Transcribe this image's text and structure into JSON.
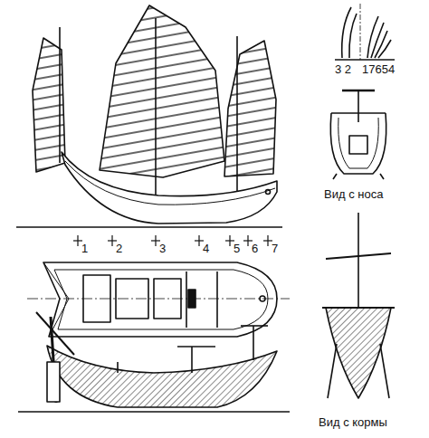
{
  "diagram": {
    "labels": [
      "1",
      "2",
      "3",
      "4",
      "5",
      "6",
      "7",
      "3 2",
      "17654",
      "Вид с носа",
      "Вид с кормы"
    ]
  }
}
